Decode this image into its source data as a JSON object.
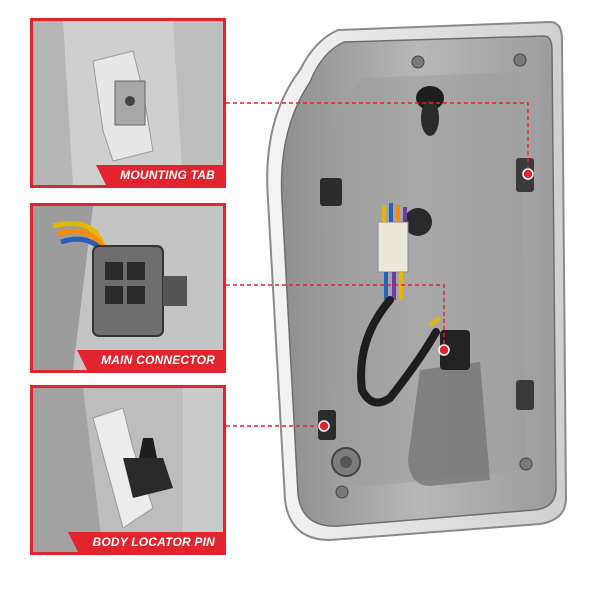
{
  "callouts": {
    "mounting_tab": "MOUNTING TAB",
    "main_connector": "MAIN CONNECTOR",
    "body_locator_pin": "BODY LOCATOR PIN"
  },
  "colors": {
    "accent": "#e1242d",
    "housing": "#a6a6a6",
    "background": "#ffffff"
  }
}
